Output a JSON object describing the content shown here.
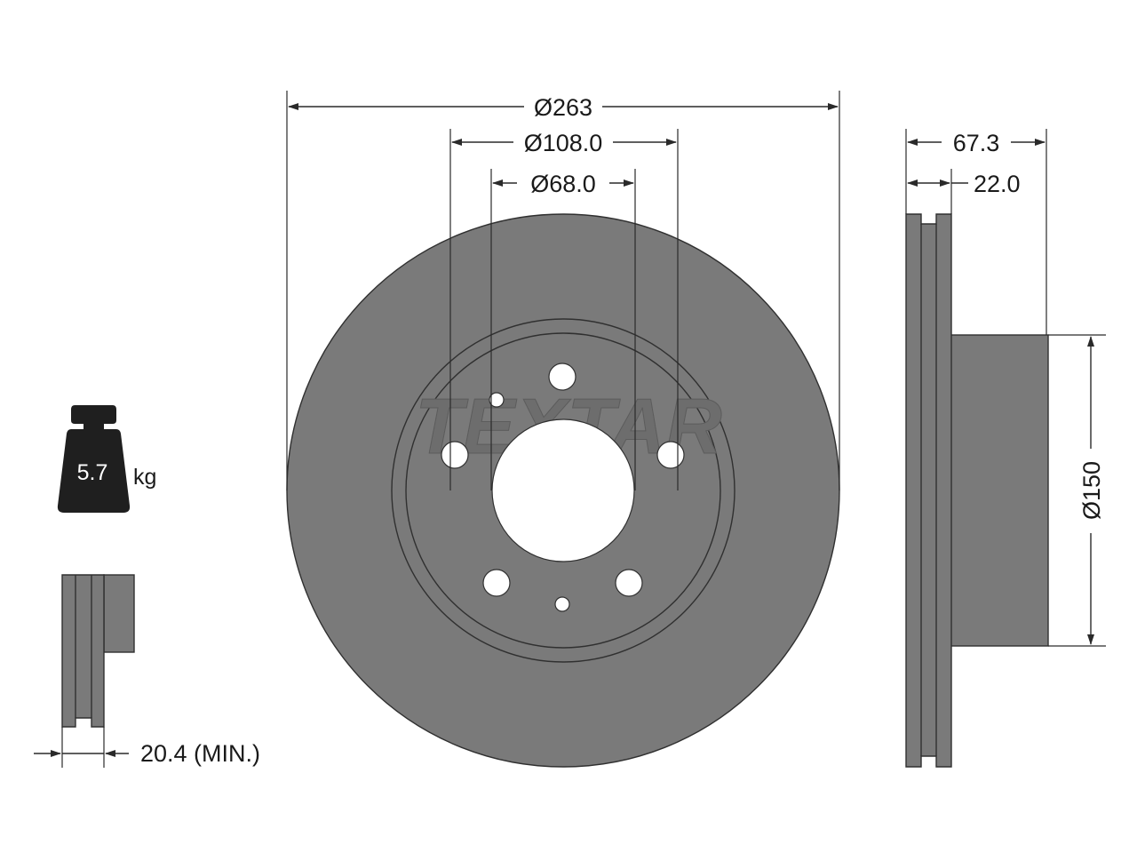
{
  "brand": "TEXTAR",
  "dimensions": {
    "outer_diameter": "Ø263",
    "bolt_circle": "Ø108.0",
    "center_bore": "Ø68.0",
    "overall_height": "67.3",
    "disc_thickness": "22.0",
    "hat_diameter": "Ø150",
    "min_thickness": "20.4 (MIN.)"
  },
  "weight": {
    "value": "5.7",
    "unit": "kg"
  },
  "colors": {
    "part_fill": "#7a7a7a",
    "outline": "#303030",
    "text": "#1a1a1a"
  }
}
